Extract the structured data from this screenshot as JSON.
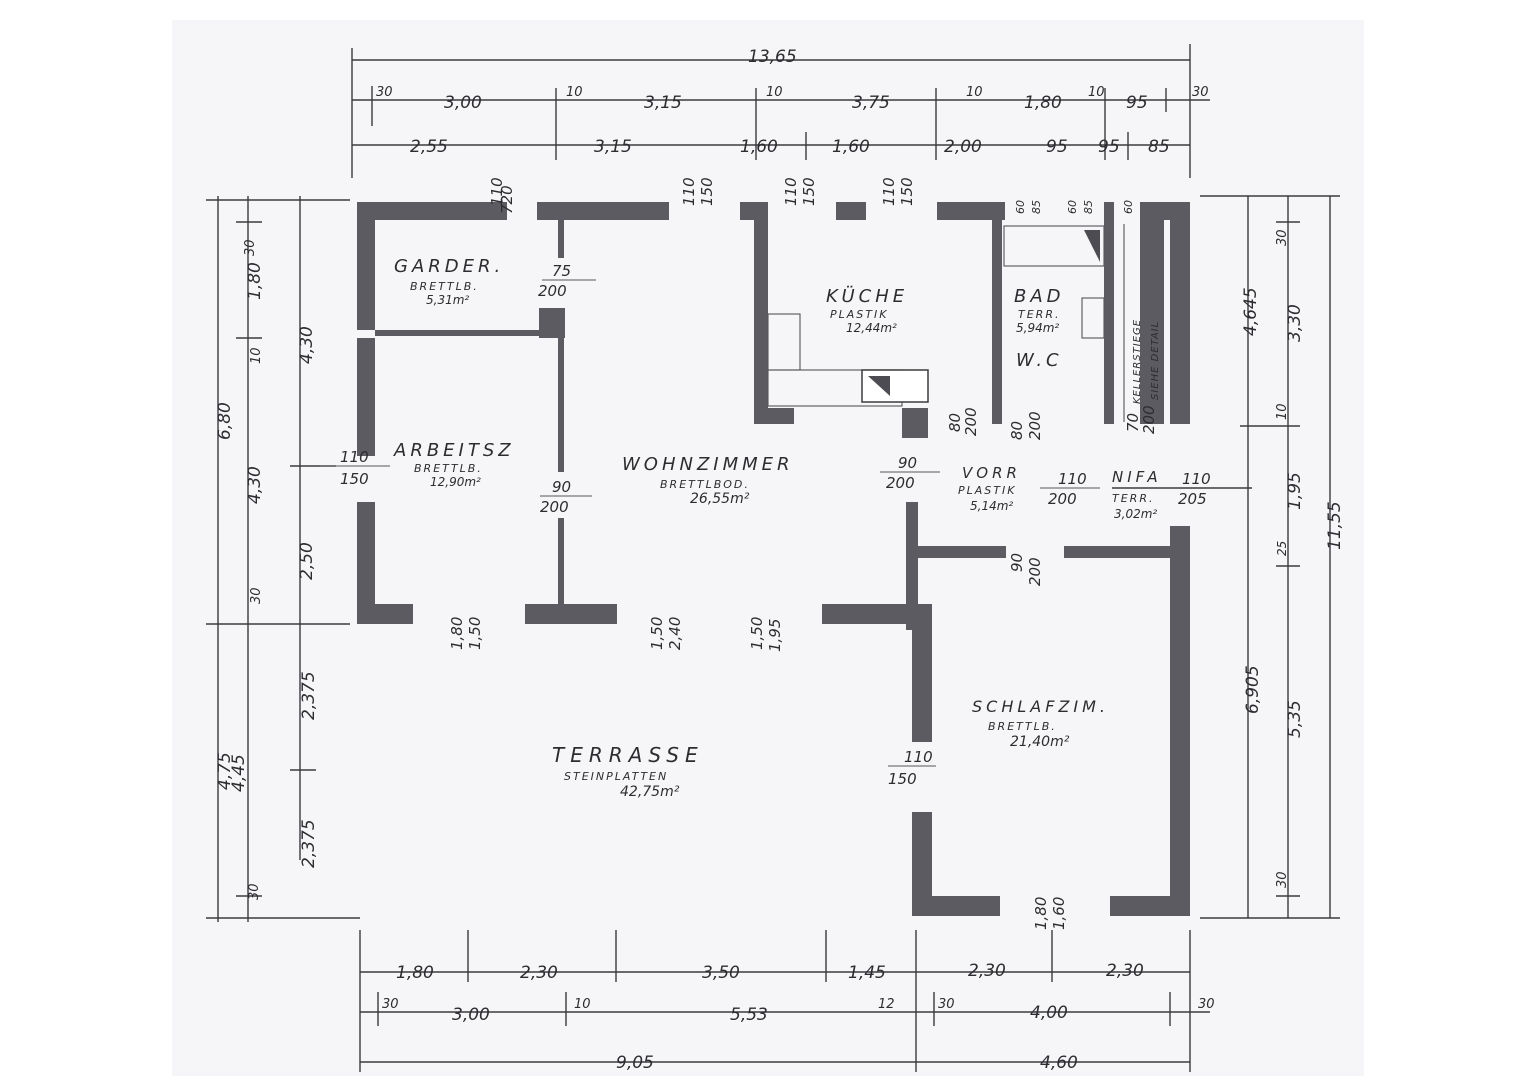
{
  "plan": {
    "dims_top_total": "13,65",
    "dims_top_row1": [
      "30",
      "3,00",
      "10",
      "3,15",
      "10",
      "3,75",
      "10",
      "1,80",
      "10",
      "95",
      "30"
    ],
    "dims_top_row2": [
      "2,55",
      "3,15",
      "1,60",
      "1,60",
      "2,00",
      "95",
      "95",
      "85"
    ],
    "dims_bottom_row1": [
      "1,80",
      "2,30",
      "3,50",
      "1,45",
      "2,30",
      "2,30"
    ],
    "dims_bottom_row2": [
      "30",
      "3,00",
      "10",
      "5,53",
      "12",
      "30",
      "4,00",
      "30"
    ],
    "dims_bottom_total": [
      "9,05",
      "4,60"
    ],
    "dims_left_outer": [
      "6,80",
      "4,75"
    ],
    "dims_left_mid": [
      "1,80",
      "10",
      "4,30",
      "30",
      "4,45",
      "30"
    ],
    "dims_left_inner": [
      "30",
      "4,30",
      "2,50",
      "2,375",
      "2,375"
    ],
    "dims_right_inner": [
      "30",
      "3,30",
      "10",
      "1,95",
      "25",
      "5,35",
      "30"
    ],
    "dims_right_mid": [
      "4,645",
      "6,905"
    ],
    "dims_right_outer": "11,55",
    "openings": {
      "top": [
        [
          "110",
          "720"
        ],
        [
          "110",
          "150"
        ],
        [
          "110",
          "150"
        ],
        [
          "110",
          "150"
        ]
      ],
      "bad_top": [
        "60",
        "85",
        "60",
        "85",
        "60"
      ],
      "garderobe_door": [
        "75",
        "200"
      ],
      "arbeitsz_left": [
        "110",
        "150"
      ],
      "arbeitsz_door": [
        "90",
        "200"
      ],
      "wohn_door": [
        "90",
        "200"
      ],
      "vorr_door": [
        "110",
        "200"
      ],
      "kueche_door": [
        "80",
        "200"
      ],
      "bad_door": [
        "80",
        "200"
      ],
      "keller_door": [
        "70",
        "200"
      ],
      "nifa_window": [
        "110",
        "205"
      ],
      "schlaf_door": [
        "90",
        "200"
      ],
      "schlaf_window": [
        "110",
        "150"
      ],
      "bottom_windows": [
        [
          "1,80",
          "1,50"
        ],
        [
          "1,50",
          "2,40"
        ],
        [
          "1,50",
          "1,95"
        ]
      ],
      "schlaf_bottom": [
        "1,80",
        "1,60"
      ]
    },
    "rooms": {
      "garder": {
        "name": "GARDER.",
        "sub": "BRETTLB.",
        "area": "5,31m²"
      },
      "kueche": {
        "name": "KÜCHE",
        "sub": "PLASTIK",
        "area": "12,44m²"
      },
      "bad": {
        "name": "BAD",
        "sub": "TERR.",
        "area": "5,94m²",
        "wc": "W.C"
      },
      "keller": {
        "line1": "KELLERSTIEGE",
        "line2": "SIEHE DETAIL"
      },
      "arbeitsz": {
        "name": "ARBEITSZ",
        "sub": "BRETTLB.",
        "area": "12,90m²"
      },
      "wohn": {
        "name": "WOHNZIMMER",
        "sub": "BRETTLBOD.",
        "area": "26,55m²"
      },
      "vorr": {
        "name": "VORR",
        "sub": "PLASTIK",
        "area": "5,14m²"
      },
      "nifa": {
        "name": "NIFA",
        "sub": "TERR.",
        "area": "3,02m²"
      },
      "terrasse": {
        "name": "TERRASSE",
        "sub": "STEINPLATTEN",
        "area": "42,75m²"
      },
      "schlaf": {
        "name": "SCHLAFZIM.",
        "sub": "BRETTLB.",
        "area": "21,40m²"
      }
    }
  }
}
